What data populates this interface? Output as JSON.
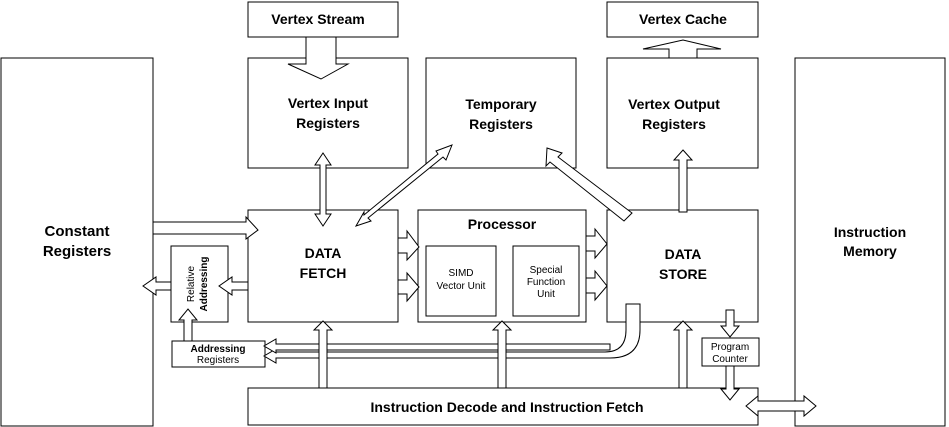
{
  "boxes": {
    "vertex_stream": "Vertex Stream",
    "vertex_cache": "Vertex Cache",
    "vertex_input_registers": [
      "Vertex Input",
      "Registers"
    ],
    "temporary_registers": [
      "Temporary",
      "Registers"
    ],
    "vertex_output_registers": [
      "Vertex Output",
      "Registers"
    ],
    "constant_registers": [
      "Constant",
      "Registers"
    ],
    "instruction_memory": [
      "Instruction",
      "Memory"
    ],
    "data_fetch": [
      "DATA",
      "FETCH"
    ],
    "processor": "Processor",
    "simd_vector_unit": [
      "SIMD",
      "Vector Unit"
    ],
    "special_function_unit": [
      "Special",
      "Function",
      "Unit"
    ],
    "data_store": [
      "DATA",
      "STORE"
    ],
    "relative_addressing": [
      "Relative",
      "Addressing"
    ],
    "addressing_registers": [
      "Addressing",
      "Registers"
    ],
    "program_counter": [
      "Program",
      "Counter"
    ],
    "instruction_decode": "Instruction Decode and Instruction Fetch"
  }
}
